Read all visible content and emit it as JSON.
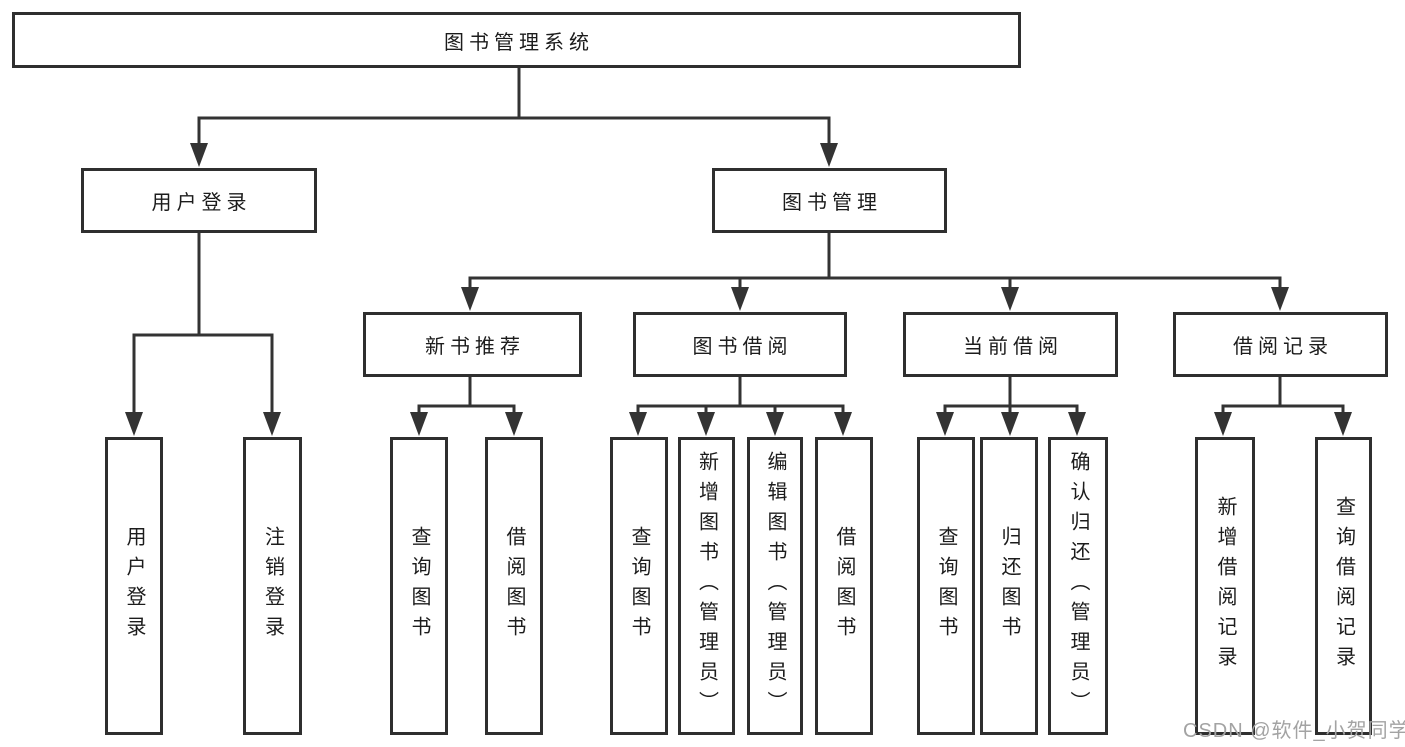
{
  "tree": {
    "root": {
      "label": "图书管理系统"
    },
    "branches": [
      {
        "label": "用户登录",
        "children": [
          {
            "label": "用户登录"
          },
          {
            "label": "注销登录"
          }
        ]
      },
      {
        "label": "图书管理",
        "children": [
          {
            "label": "新书推荐",
            "children": [
              {
                "label": "查询图书"
              },
              {
                "label": "借阅图书"
              }
            ]
          },
          {
            "label": "图书借阅",
            "children": [
              {
                "label": "查询图书"
              },
              {
                "label": "新增图书（管理员）"
              },
              {
                "label": "编辑图书（管理员）"
              },
              {
                "label": "借阅图书"
              }
            ]
          },
          {
            "label": "当前借阅",
            "children": [
              {
                "label": "查询图书"
              },
              {
                "label": "归还图书"
              },
              {
                "label": "确认归还（管理员）"
              }
            ]
          },
          {
            "label": "借阅记录",
            "children": [
              {
                "label": "新增借阅记录"
              },
              {
                "label": "查询借阅记录"
              }
            ]
          }
        ]
      }
    ]
  },
  "watermark": "CSDN @软件_小贺同学",
  "colors": {
    "line": "#333333",
    "border": "#2f2f2f",
    "text": "#1c1c1c",
    "watermark": "#a3a3a3",
    "background": "#ffffff"
  }
}
